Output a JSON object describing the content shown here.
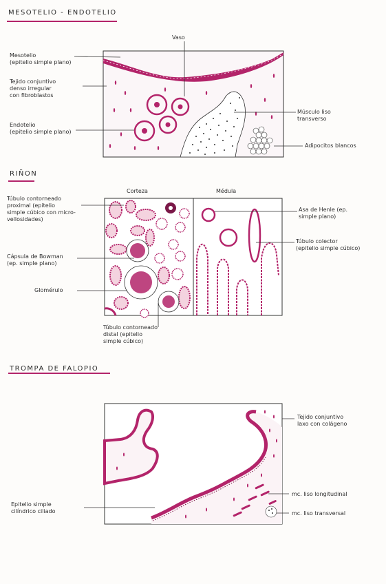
{
  "colors": {
    "accent": "#b3246a",
    "dark_magenta": "#7a1848",
    "light_pink": "#efc6d6",
    "ink": "#333333"
  },
  "section1": {
    "title": "MESOTELIO - ENDOTELIO",
    "labels": {
      "vaso": "Vaso",
      "mesotelio": "Mesotelio\n(epitelio simple plano)",
      "tejido": "Tejido conjuntivo\ndenso irregular\ncon fibroblastos",
      "endotelio": "Endotelio\n(epitelio simple plano)",
      "musculo": "Músculo liso\ntransverso",
      "adipocitos": "Adipocitos blancos"
    }
  },
  "section2": {
    "title": "RIÑON",
    "labels": {
      "corteza": "Corteza",
      "medula": "Médula",
      "tubulo_proximal": "Túbulo contorneado\nproximal (epitelio\nsimple cúbico con micro-\nvellosidades)",
      "capsula": "Cápsula de Bowman\n(ep. simple plano)",
      "glomerulo": "Glomérulo",
      "tubulo_distal": "Túbulo contorneado\ndistal (epitelio\nsimple cúbico)",
      "asa_henle": "Asa de Henle (ep.\nsimple plano)",
      "tubulo_colector": "Túbulo colector\n(epitelio simple cúbico)"
    }
  },
  "section3": {
    "title": "TROMPA DE FALOPIO",
    "labels": {
      "tejido": "Tejido conjuntivo\nlaxo con colágeno",
      "epitelio": "Epitelio simple\ncilíndrico ciliado",
      "longitudinal": "mc. liso longitudinal",
      "transversal": "mc. liso transversal"
    }
  }
}
